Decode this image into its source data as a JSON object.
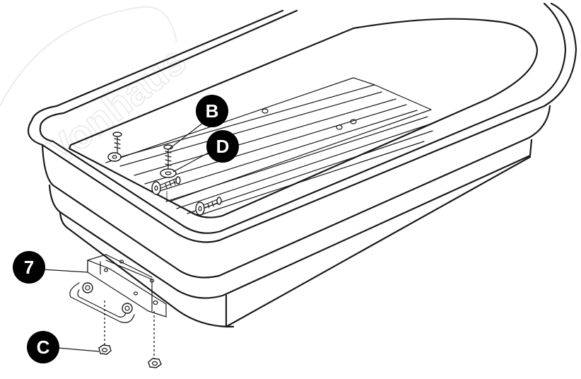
{
  "watermark": {
    "text": "Vonhaus"
  },
  "callouts": [
    {
      "id": "B",
      "label": "B"
    },
    {
      "id": "D",
      "label": "D"
    },
    {
      "id": "7",
      "label": "7"
    },
    {
      "id": "C",
      "label": "C"
    }
  ],
  "colors": {
    "line": "#1a1a1a",
    "callout_fill": "#000000",
    "callout_text": "#ffffff",
    "watermark": "#e9e9e9"
  }
}
